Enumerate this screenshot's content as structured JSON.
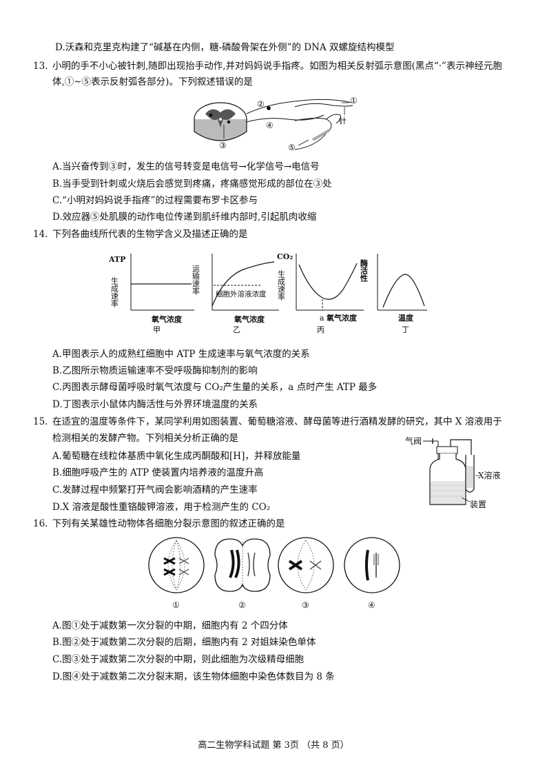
{
  "q12": {
    "optD": "D.沃森和克里克构建了“碱基在内侧，糖-磷酸骨架在外侧”的 DNA 双螺旋结构模型"
  },
  "q13": {
    "num": "13.",
    "stem1": "小明的手不小心被针刺,随即出现抬手动作,并对妈妈说手指疼。如图为相关反射弧示意图(黑点“·”表示神经元胞",
    "stem2": "体,①~⑤表示反射弧各部分)。下列叙述错误的是",
    "fig": {
      "l1": "①",
      "l2": "②",
      "l3": "③",
      "l4": "④",
      "l5": "⑤",
      "needle": "针"
    },
    "optA": "A.当兴奋传到③时，发生的信号转变是电信号→化学信号→电信号",
    "optB": "B.当手受到针刺或火烧后会感觉到疼痛，疼痛感觉形成的部位在③处",
    "optC": "C.“小明对妈妈说手指疼”的过程需要布罗卡区参与",
    "optD": "D.效应器⑤处肌膜的动作电位传递到肌纤维内部时,引起肌肉收缩"
  },
  "q14": {
    "num": "14.",
    "stem": "下列各曲线所代表的生物学含义及描述正确的是",
    "charts": {
      "jia": {
        "ylabel_top": "ATP",
        "ylabel": "生成速率",
        "xlabel": "氧气浓度",
        "name": "甲"
      },
      "yi": {
        "ylabel": "运输速率",
        "xlabel": "氧气浓度",
        "inner": "细胞外溶液浓度",
        "name": "乙"
      },
      "bing": {
        "ylabel_top": "CO₂",
        "ylabel": "生成速率",
        "xlabel": "氧气浓度",
        "amark": "a",
        "name": "丙"
      },
      "ding": {
        "ylabel": "酶活性",
        "xlabel": "温度",
        "name": "丁"
      }
    },
    "optA": "A.甲图表示人的成熟红细胞中 ATP 生成速率与氧气浓度的关系",
    "optB": "B.乙图所示物质运输速率不受呼吸酶抑制剂的影响",
    "optC": "C.丙图表示酵母菌呼吸时氧气浓度与 CO₂产生量的关系，a 点时产生 ATP 最多",
    "optD": "D.丁图表示小鼠体内酶活性与外界环境温度的关系"
  },
  "q15": {
    "num": "15.",
    "stem1": "在适宜的温度等条件下，某同学利用如图装置、葡萄糖溶液、酵母菌等进行酒精发酵的研究，其中 X 溶液用于",
    "stem2": "检测相关的发酵产物。下列相关分析正确的是",
    "fig": {
      "valve": "气阀",
      "x": "X溶液",
      "device": "装置"
    },
    "optA": "A.葡萄糖在线粒体基质中氧化生成丙酮酸和[H]，并释放能量",
    "optB": "B.细胞呼吸产生的 ATP 使装置内培养液的温度升高",
    "optC": "C.发酵过程中频繁打开气阀会影响酒精的产生速率",
    "optD": "D.X 溶液是酸性重铬酸钾溶液，用于检测产生的 CO₂"
  },
  "q16": {
    "num": "16.",
    "stem": "下列有关某雄性动物体各细胞分裂示意图的叙述正确的是",
    "labels": [
      "①",
      "②",
      "③",
      "④"
    ],
    "optA": "A.图①处于减数第一次分裂的中期，细胞内有 2 个四分体",
    "optB": "B.图②处于减数第二次分裂的后期，细胞内有 2 对姐妹染色单体",
    "optC": "C.图③处于减数第二次分裂的中期，则此细胞为次级精母细胞",
    "optD": "D.图④处于减数第二次分裂末期，该生物体细胞中染色体数目为 8 条"
  },
  "footer": "高二生物学科试题  第 3页  （共 8 页）"
}
